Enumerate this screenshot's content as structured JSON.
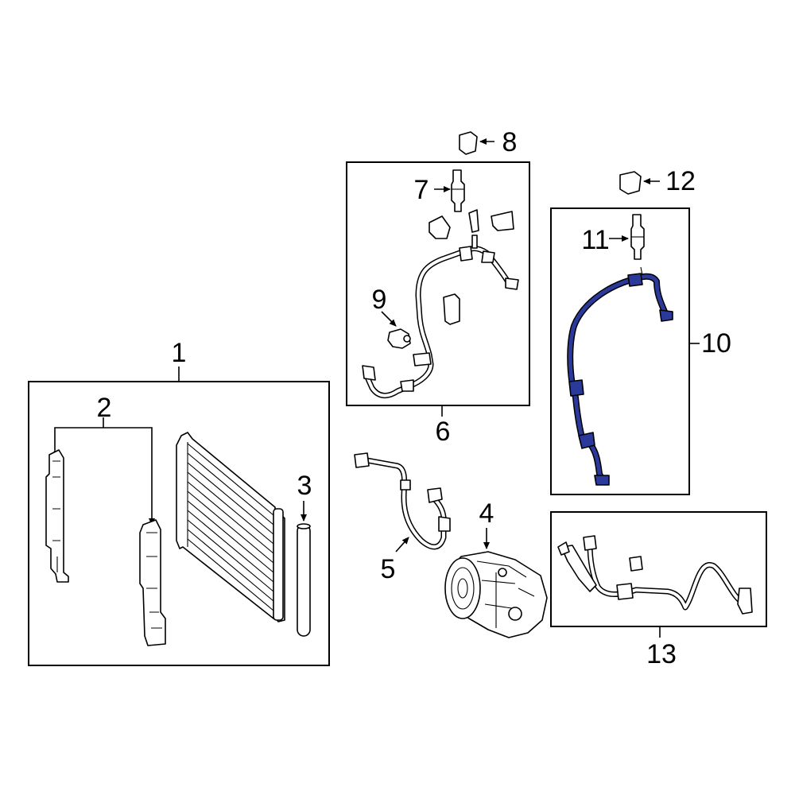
{
  "colors": {
    "highlight": "#2b3a9a",
    "line": "#000000",
    "background": "#ffffff"
  },
  "callouts": {
    "c1": "1",
    "c2": "2",
    "c3": "3",
    "c4": "4",
    "c5": "5",
    "c6": "6",
    "c7": "7",
    "c8": "8",
    "c9": "9",
    "c10": "10",
    "c11": "11",
    "c12": "12",
    "c13": "13"
  }
}
